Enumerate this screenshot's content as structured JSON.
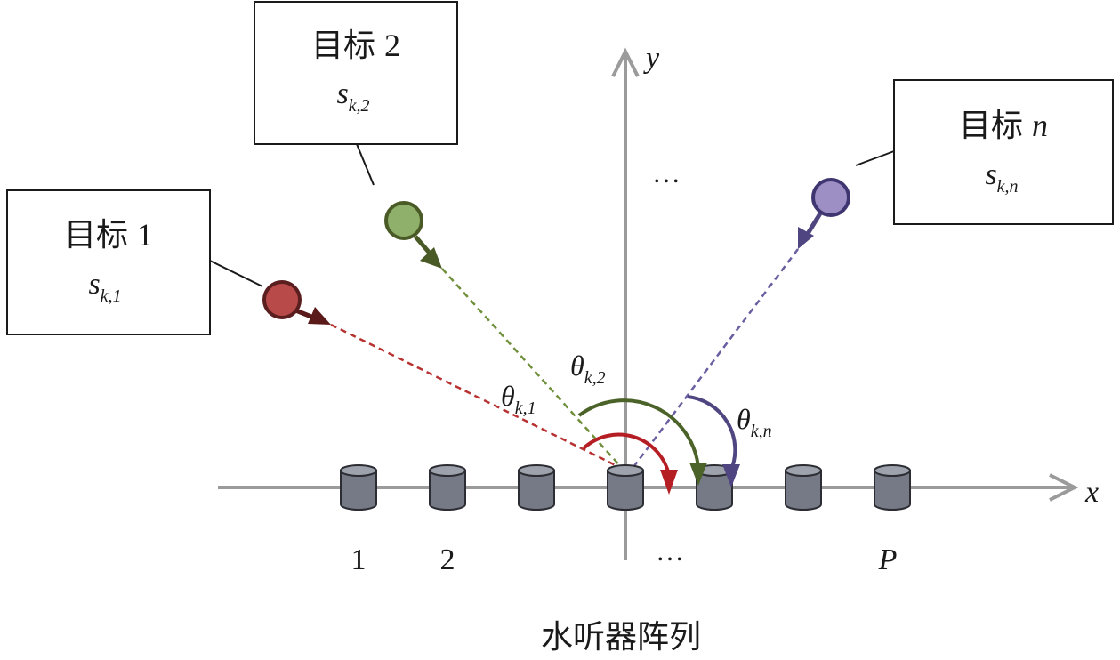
{
  "axes": {
    "x_label": "x",
    "y_label": "y"
  },
  "targets": [
    {
      "title": "目标 1",
      "title_main": "目标",
      "title_idx": "1",
      "signal": "s",
      "signal_sub": "k,1",
      "color": "#b84a4a",
      "arrow_color": "#5a1a1a",
      "line_color": "#b83232"
    },
    {
      "title": "目标 2",
      "title_main": "目标",
      "title_idx": "2",
      "signal": "s",
      "signal_sub": "k,2",
      "color": "#8fb06a",
      "arrow_color": "#4a5a26",
      "line_color": "#6f8f3a"
    },
    {
      "title": "目标 n",
      "title_main": "目标",
      "title_idx": "n",
      "signal": "s",
      "signal_sub": "k,n",
      "color": "#9d8fc4",
      "arrow_color": "#4f4580",
      "line_color": "#6a5ea0"
    }
  ],
  "angles": [
    {
      "symbol": "θ",
      "sub": "k,1",
      "color": "#b51f24"
    },
    {
      "symbol": "θ",
      "sub": "k,2",
      "color": "#4b6329"
    },
    {
      "symbol": "θ",
      "sub": "k,n",
      "color": "#4f4580"
    }
  ],
  "array": {
    "labels": {
      "first": "1",
      "second": "2",
      "last": "P"
    },
    "caption": "水听器阵列"
  },
  "ellipsis": "…"
}
